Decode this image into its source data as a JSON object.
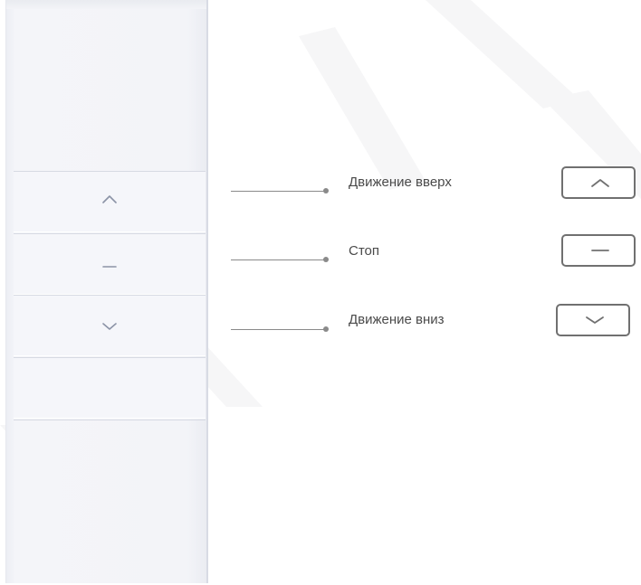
{
  "remote": {
    "buttons": [
      {
        "name": "up",
        "icon": "chevron-up-icon"
      },
      {
        "name": "stop",
        "icon": "dash-icon"
      },
      {
        "name": "down",
        "icon": "chevron-down-icon"
      },
      {
        "name": "blank",
        "icon": ""
      }
    ]
  },
  "legend": {
    "up_label": "Движение вверх",
    "stop_label": "Стоп",
    "down_label": "Движение вниз"
  },
  "colors": {
    "line": "#8a8a8a",
    "icon_stroke": "#707070",
    "remote_body": "#f3f4f8",
    "watermark": "#f7f7f8"
  }
}
